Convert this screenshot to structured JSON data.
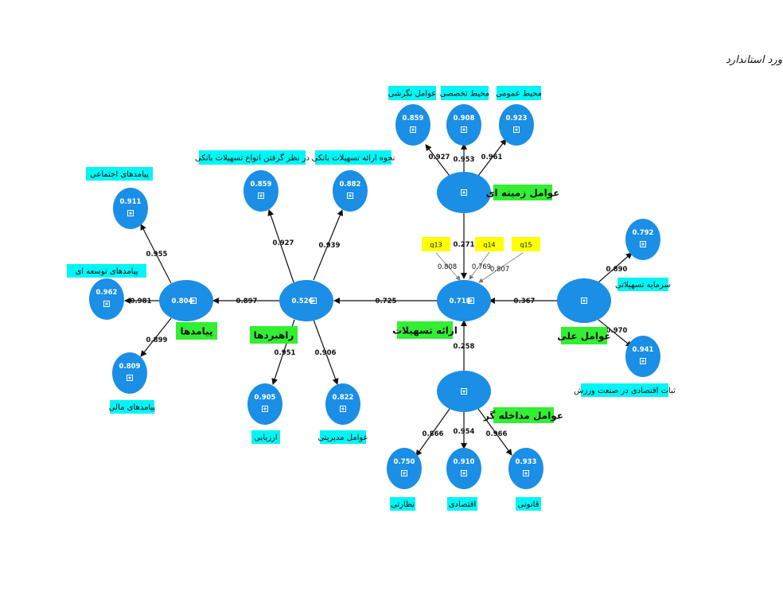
{
  "title": "مدل آزمون شده پژوهش در حالت برآورد استاندارد",
  "colors": {
    "node": "#1b8ee6",
    "label_cyan": "#00f5f5",
    "label_green": "#33ee33",
    "label_yellow": "#ffff00"
  },
  "nodes": {
    "baynazar": {
      "value": "0.859"
    },
    "baynahve": {
      "value": "0.882"
    },
    "pa_ejtemaei": {
      "value": "0.911"
    },
    "pa_tose": {
      "value": "0.962"
    },
    "pa_mali": {
      "value": "0.809"
    },
    "payamadha": {
      "value": "0.804"
    },
    "rahbordha": {
      "value": "0.526"
    },
    "arzyabi": {
      "value": "0.905"
    },
    "modiriyati": {
      "value": "0.822"
    },
    "negareshi": {
      "value": "0.859"
    },
    "takhasosi": {
      "value": "0.908"
    },
    "omoomi": {
      "value": "0.923"
    },
    "zamine": {
      "value": ""
    },
    "erae": {
      "value": "0.718"
    },
    "elli": {
      "value": ""
    },
    "sarmaye": {
      "value": "0.792"
    },
    "sabat": {
      "value": "0.941"
    },
    "modakhele": {
      "value": ""
    },
    "nezarati": {
      "value": "0.750"
    },
    "eghtesadi": {
      "value": "0.910"
    },
    "ghanooni": {
      "value": "0.933"
    }
  },
  "labels": {
    "baynazar": "در نظر گرفتن انواع تسهیلات بانکی",
    "baynahve": "نحوه ارائه تسهیلات بانکی",
    "pa_ejtemaei": "پیامدهای اجتماعی",
    "pa_tose": "پیامدهای توسعه ای",
    "pa_mali": "پیامدهای مالی",
    "payamadha": "پیامدها",
    "rahbordha": "راهبردها",
    "arzyabi": "ارزیابی",
    "modiriyati": "عوامل مدیریتی",
    "negareshi": "عوامل نگرشی",
    "takhasosi": "محیط تخصصی",
    "omoomi": "محیط عمومی",
    "zamine": "عوامل زمینه ای",
    "erae": "ارائه تسهیلات",
    "elli": "عوامل علی",
    "sarmaye": "سرمایه تسهیلاتی",
    "sabat": "ثبات اقتصادی در صنعت ورزش",
    "modakhele": "عوامل مداخله گر",
    "nezarati": "نظارتی",
    "eghtesadi": "اقتصادی",
    "ghanooni": "قانونی",
    "q13": "q13",
    "q14": "q14",
    "q15": "q15"
  },
  "edges": {
    "rah_baynazar": "0.927",
    "rah_baynahve": "0.939",
    "pay_ejt": "0.955",
    "pay_tose": "0.981",
    "pay_mali": "0.899",
    "rah_pay": "0.897",
    "rah_arz": "0.951",
    "rah_mod": "0.906",
    "erae_rah": "0.725",
    "zam_neg": "0.927",
    "zam_tak": "0.953",
    "zam_omo": "0.961",
    "zam_erae": "0.271",
    "q13_erae": "0.808",
    "q14_erae": "0.769",
    "q15_erae": "0.807",
    "elli_erae": "0.367",
    "elli_sar": "0.890",
    "elli_sab": "0.970",
    "mod_erae": "0.258",
    "mod_nez": "0.866",
    "mod_egh": "0.954",
    "mod_gha": "0.966"
  }
}
